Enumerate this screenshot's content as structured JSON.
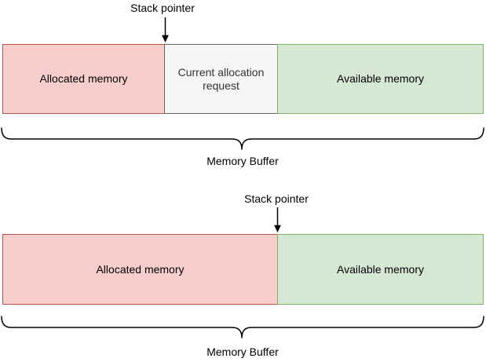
{
  "colors": {
    "background": "#ffffff",
    "text": "#000000",
    "line": "#000000",
    "allocated_fill": "#f8cecc",
    "allocated_stroke": "#b85450",
    "request_fill": "#f5f5f5",
    "request_stroke": "#666666",
    "request_text": "#333333",
    "available_fill": "#d5e8d4",
    "available_stroke": "#82b366"
  },
  "diagram_top": {
    "stack_pointer_label": "Stack pointer",
    "segments": [
      {
        "label": "Allocated memory"
      },
      {
        "label": "Current allocation request"
      },
      {
        "label": "Available memory"
      }
    ],
    "brace_label": "Memory Buffer"
  },
  "diagram_bottom": {
    "stack_pointer_label": "Stack pointer",
    "segments": [
      {
        "label": "Allocated memory"
      },
      {
        "label": "Available memory"
      }
    ],
    "brace_label": "Memory Buffer"
  }
}
